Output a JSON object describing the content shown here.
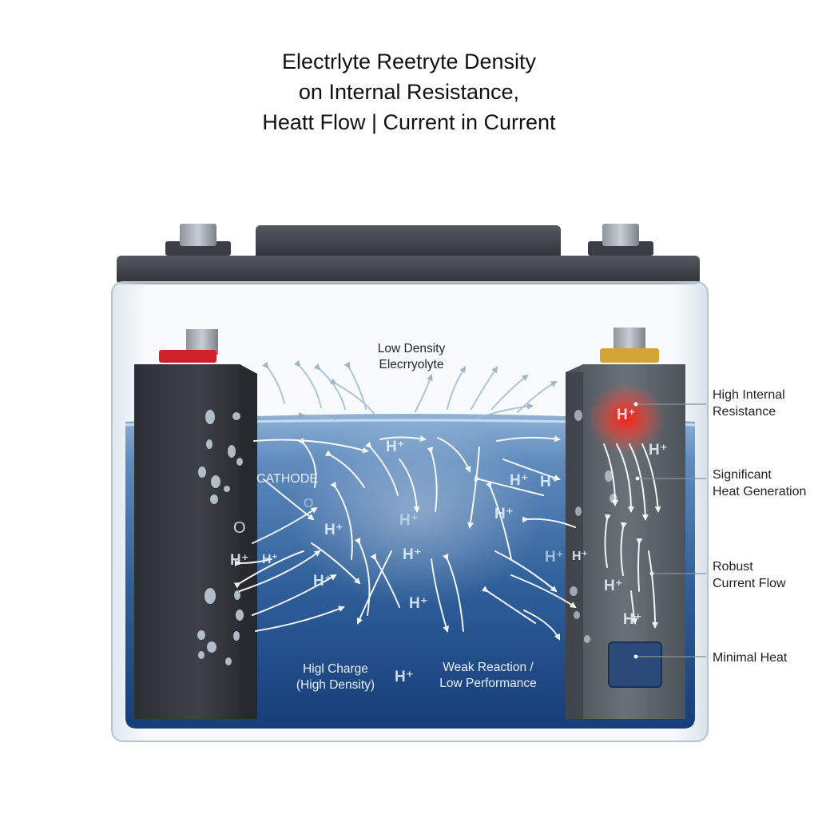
{
  "title": {
    "line1": "Electrlyte Reetryte Density",
    "line2": "on Internal Resistance,",
    "line3": "Heatt Flow | Current in Current"
  },
  "electrolyte_label": {
    "line1": "Low Density",
    "line2": "Elecrryolyte"
  },
  "cathode_label": "CATHODE",
  "bottom_left_label": {
    "line1": "Higl Charge",
    "line2": "(High Density)"
  },
  "bottom_center_label": {
    "line1": "Weak Reaction /",
    "line2": "Low Performance"
  },
  "right_callouts": [
    {
      "line1": "High Internal",
      "line2": "Resistance"
    },
    {
      "line1": "Significant",
      "line2": "Heat Generation"
    },
    {
      "line1": "Robust",
      "line2": "Current Flow"
    },
    {
      "line1": "Minimal Heat",
      "line2": ""
    }
  ],
  "ion_symbol": "H⁺",
  "oxygen_symbol": "O",
  "ion_labels_left": [
    "H⁺",
    "H⁺",
    "H⁺",
    "H⁺"
  ],
  "ion_labels_center": [
    "H⁺",
    "H⁺",
    "H⁺",
    "H⁺",
    "H⁺",
    "H⁺",
    "H⁺",
    "H⁺"
  ],
  "ion_labels_right": [
    "H⁺",
    "H⁺",
    "H⁺",
    "H⁺",
    "H⁺",
    "H⁺"
  ],
  "colors": {
    "electrolyte_top": "#7da3c9",
    "electrolyte_bottom": "#163f7a",
    "casing": "#dfe7ef",
    "lid": "#3a3d42",
    "negative_terminal": "#d0202a",
    "positive_terminal": "#d4a437",
    "hot_spot": "#ff2a1a"
  }
}
